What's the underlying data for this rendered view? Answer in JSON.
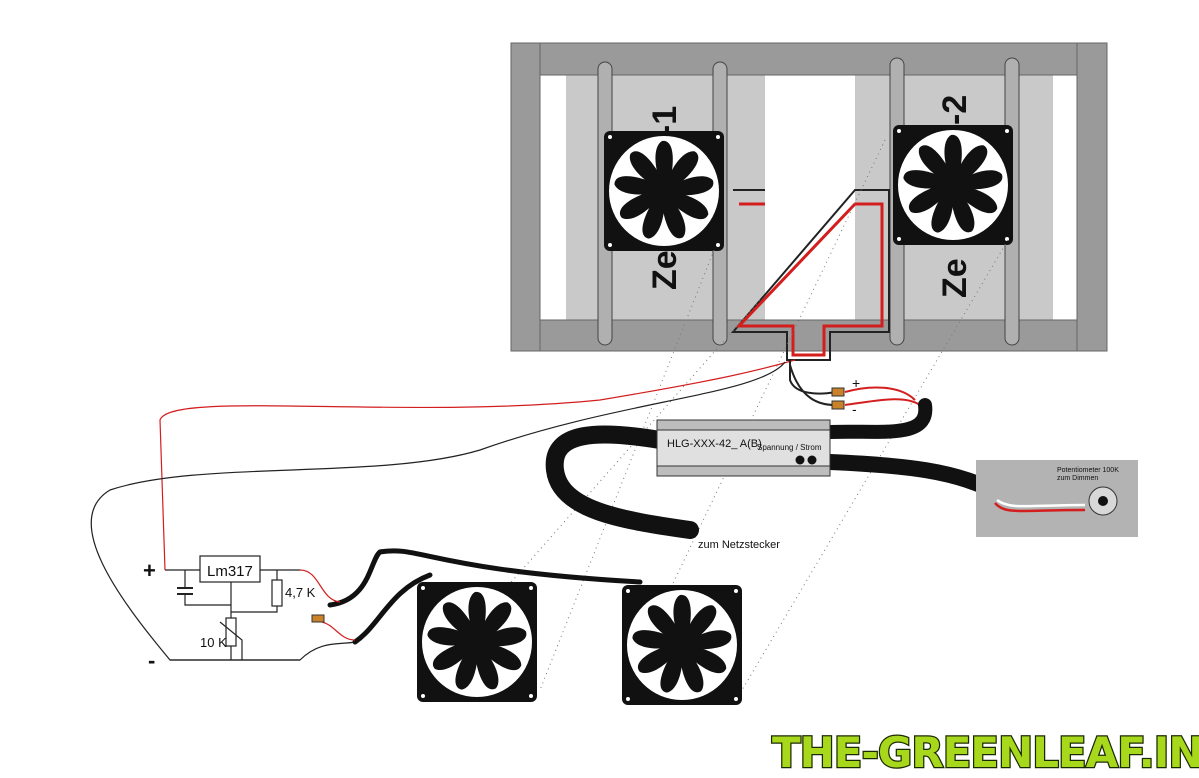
{
  "frame": {
    "label_left_a": "Ze",
    "label_left_b": "3-1",
    "label_right_a": "Ze",
    "label_right_b": "-2"
  },
  "driver": {
    "model": "HLG-XXX-42_ A(B)",
    "adjust": "Spannung / Strom"
  },
  "mains_label": "zum Netzstecker",
  "potentiometer": {
    "line1": "Potentiometer 100K",
    "line2": "zum Dimmen"
  },
  "regulator": {
    "chip": "Lm317",
    "plus": "+",
    "minus": "-",
    "r1": "4,7 K",
    "r2": "10 K"
  },
  "driver_terminals": {
    "plus": "+",
    "minus": "-"
  },
  "logo": "THE-GREENLEAF.IN",
  "colors": {
    "wire_red": "#d41e1e",
    "frame_gray": "#9a9a9a",
    "panel_gray": "#c9c9c9",
    "logo_green": "#a8d81c"
  }
}
